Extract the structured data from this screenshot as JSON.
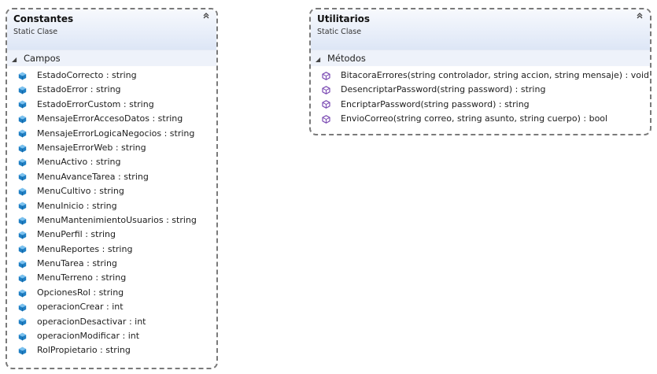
{
  "classes": [
    {
      "title": "Constantes",
      "stereotype": "Static Clase",
      "section": "Campos",
      "members": [
        "EstadoCorrecto : string",
        "EstadoError : string",
        "EstadoErrorCustom : string",
        "MensajeErrorAccesoDatos : string",
        "MensajeErrorLogicaNegocios : string",
        "MensajeErrorWeb : string",
        "MenuActivo : string",
        "MenuAvanceTarea : string",
        "MenuCultivo : string",
        "MenuInicio : string",
        "MenuMantenimientoUsuarios : string",
        "MenuPerfil : string",
        "MenuReportes : string",
        "MenuTarea : string",
        "MenuTerreno : string",
        "OpcionesRol : string",
        "operacionCrear : int",
        "operacionDesactivar : int",
        "operacionModificar : int",
        "RolPropietario : string"
      ],
      "member_icon": "field-icon"
    },
    {
      "title": "Utilitarios",
      "stereotype": "Static Clase",
      "section": "Métodos",
      "members": [
        "BitacoraErrores(string controlador, string accion, string mensaje) : void",
        "DesencriptarPassword(string password) : string",
        "EncriptarPassword(string password) : string",
        "EnvioCorreo(string correo, string asunto, string cuerpo) : bool"
      ],
      "member_icon": "method-icon"
    }
  ],
  "colors": {
    "field_icon": "#1f7fc4",
    "method_icon": "#7b4bb3",
    "header_gradient_end": "#dde6f6"
  }
}
